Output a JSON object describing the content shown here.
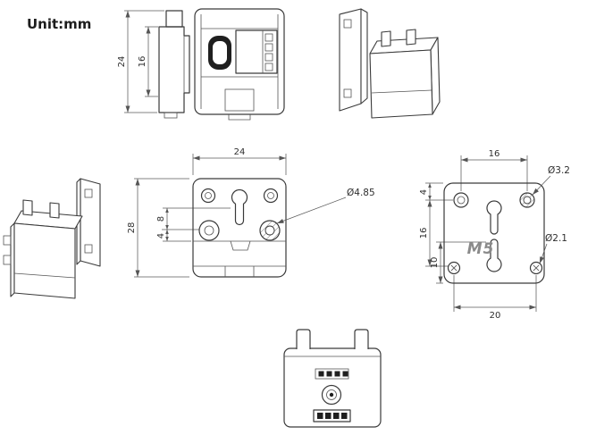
{
  "unit_label": "Unit:mm",
  "logo_text": "M5",
  "side_view": {
    "height": "24",
    "feature": "16"
  },
  "front_view": {
    "width": "24",
    "height": "28",
    "dim_8": "8",
    "dim_4": "4",
    "hole_callout": "Ø4.85"
  },
  "back_view": {
    "hole_spacing_top": "16",
    "dim_4": "4",
    "dim_16": "16",
    "dim_10": "10",
    "hole_spacing_bottom": "20",
    "hole_callout_top": "Ø3.2",
    "hole_callout_bottom": "Ø2.1"
  },
  "colors": {
    "line": "#3a3a3a",
    "dim_line": "#5a5a5a",
    "logo": "#8a8a8a"
  }
}
